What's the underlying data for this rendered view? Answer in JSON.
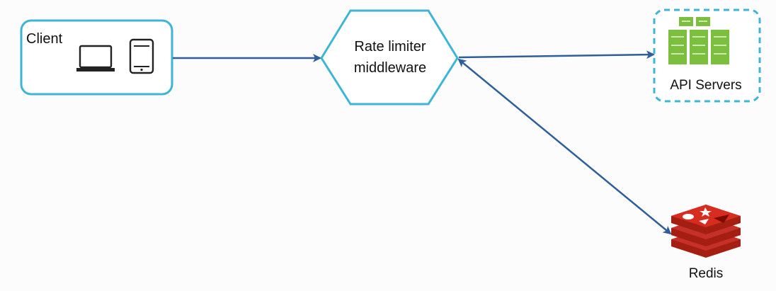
{
  "client": {
    "label": "Client",
    "devices": [
      "laptop-icon",
      "tablet-icon"
    ]
  },
  "rate_limiter": {
    "line1": "Rate limiter",
    "line2": "middleware"
  },
  "api_servers": {
    "label": "API Servers",
    "icon": "server-rack-icon"
  },
  "redis": {
    "label": "Redis",
    "icon": "redis-logo-icon"
  },
  "connections": [
    {
      "from": "client",
      "to": "rate_limiter",
      "direction": "one-way"
    },
    {
      "from": "rate_limiter",
      "to": "api_servers",
      "direction": "one-way"
    },
    {
      "from": "rate_limiter",
      "to": "redis",
      "direction": "two-way"
    }
  ],
  "colors": {
    "client_border": "#3fb5d6",
    "api_border": "#3fb5d6",
    "hexagon_border": "#3fb5d6",
    "arrow": "#2e5f9a",
    "server_green": "#7cbf3f",
    "redis_red": "#c6302b"
  }
}
